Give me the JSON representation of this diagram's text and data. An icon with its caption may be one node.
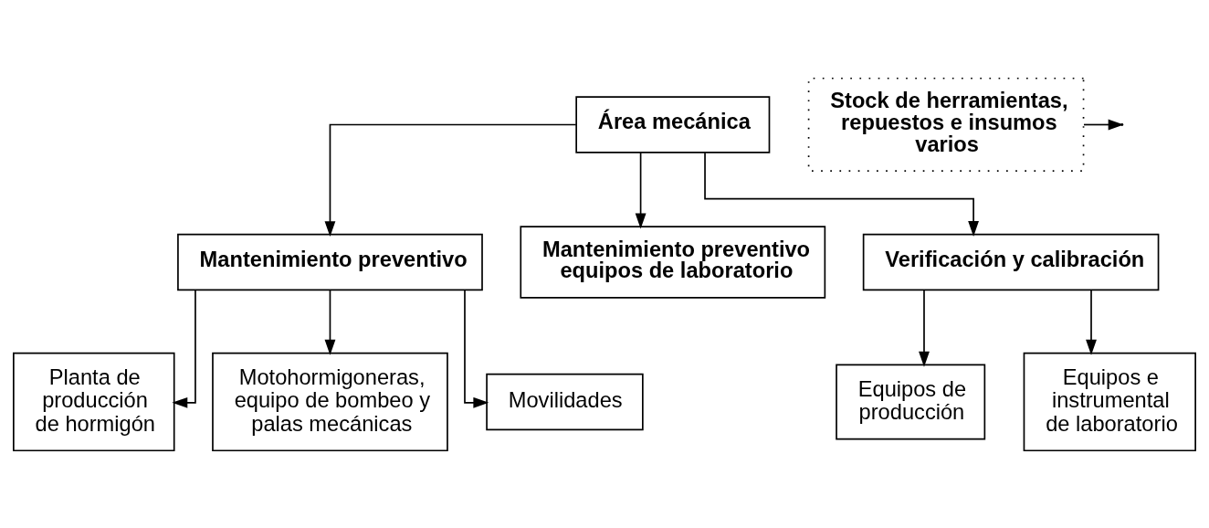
{
  "diagram": {
    "nodes": [
      {
        "text": [
          "Área mecánica"
        ]
      },
      {
        "text": [
          "Stock de herramientas, repuestos e insumos varios"
        ]
      },
      {
        "text": [
          "Mantenimiento preventivo"
        ]
      },
      {
        "text": [
          "Mantenimiento preventivo equipos de laboratorio"
        ]
      },
      {
        "text": [
          "Verificación y calibración"
        ]
      },
      {
        "text": [
          "Planta de producción de hormigón"
        ]
      },
      {
        "text": [
          "Motohormigoneras, equipo de bombeo y palas mecánicas"
        ]
      },
      {
        "text": [
          "Movilidades"
        ]
      },
      {
        "text": [
          "Equipos de producción"
        ]
      },
      {
        "text": [
          "Equipos e instrumental de laboratorio"
        ]
      }
    ],
    "edges": [
      {
        "from": 1,
        "to": null,
        "arrow": "to"
      },
      {
        "from": 0,
        "to": 2,
        "arrow": "to"
      },
      {
        "from": 0,
        "to": 3,
        "arrow": "to"
      },
      {
        "from": 0,
        "to": 4,
        "arrow": "to"
      },
      {
        "from": 2,
        "to": 5,
        "arrow": "to"
      },
      {
        "from": 2,
        "to": 6,
        "arrow": "to"
      },
      {
        "from": 2,
        "to": 7,
        "arrow": "to"
      },
      {
        "from": 4,
        "to": 8,
        "arrow": "to"
      },
      {
        "from": 4,
        "to": 9,
        "arrow": "to"
      }
    ]
  }
}
